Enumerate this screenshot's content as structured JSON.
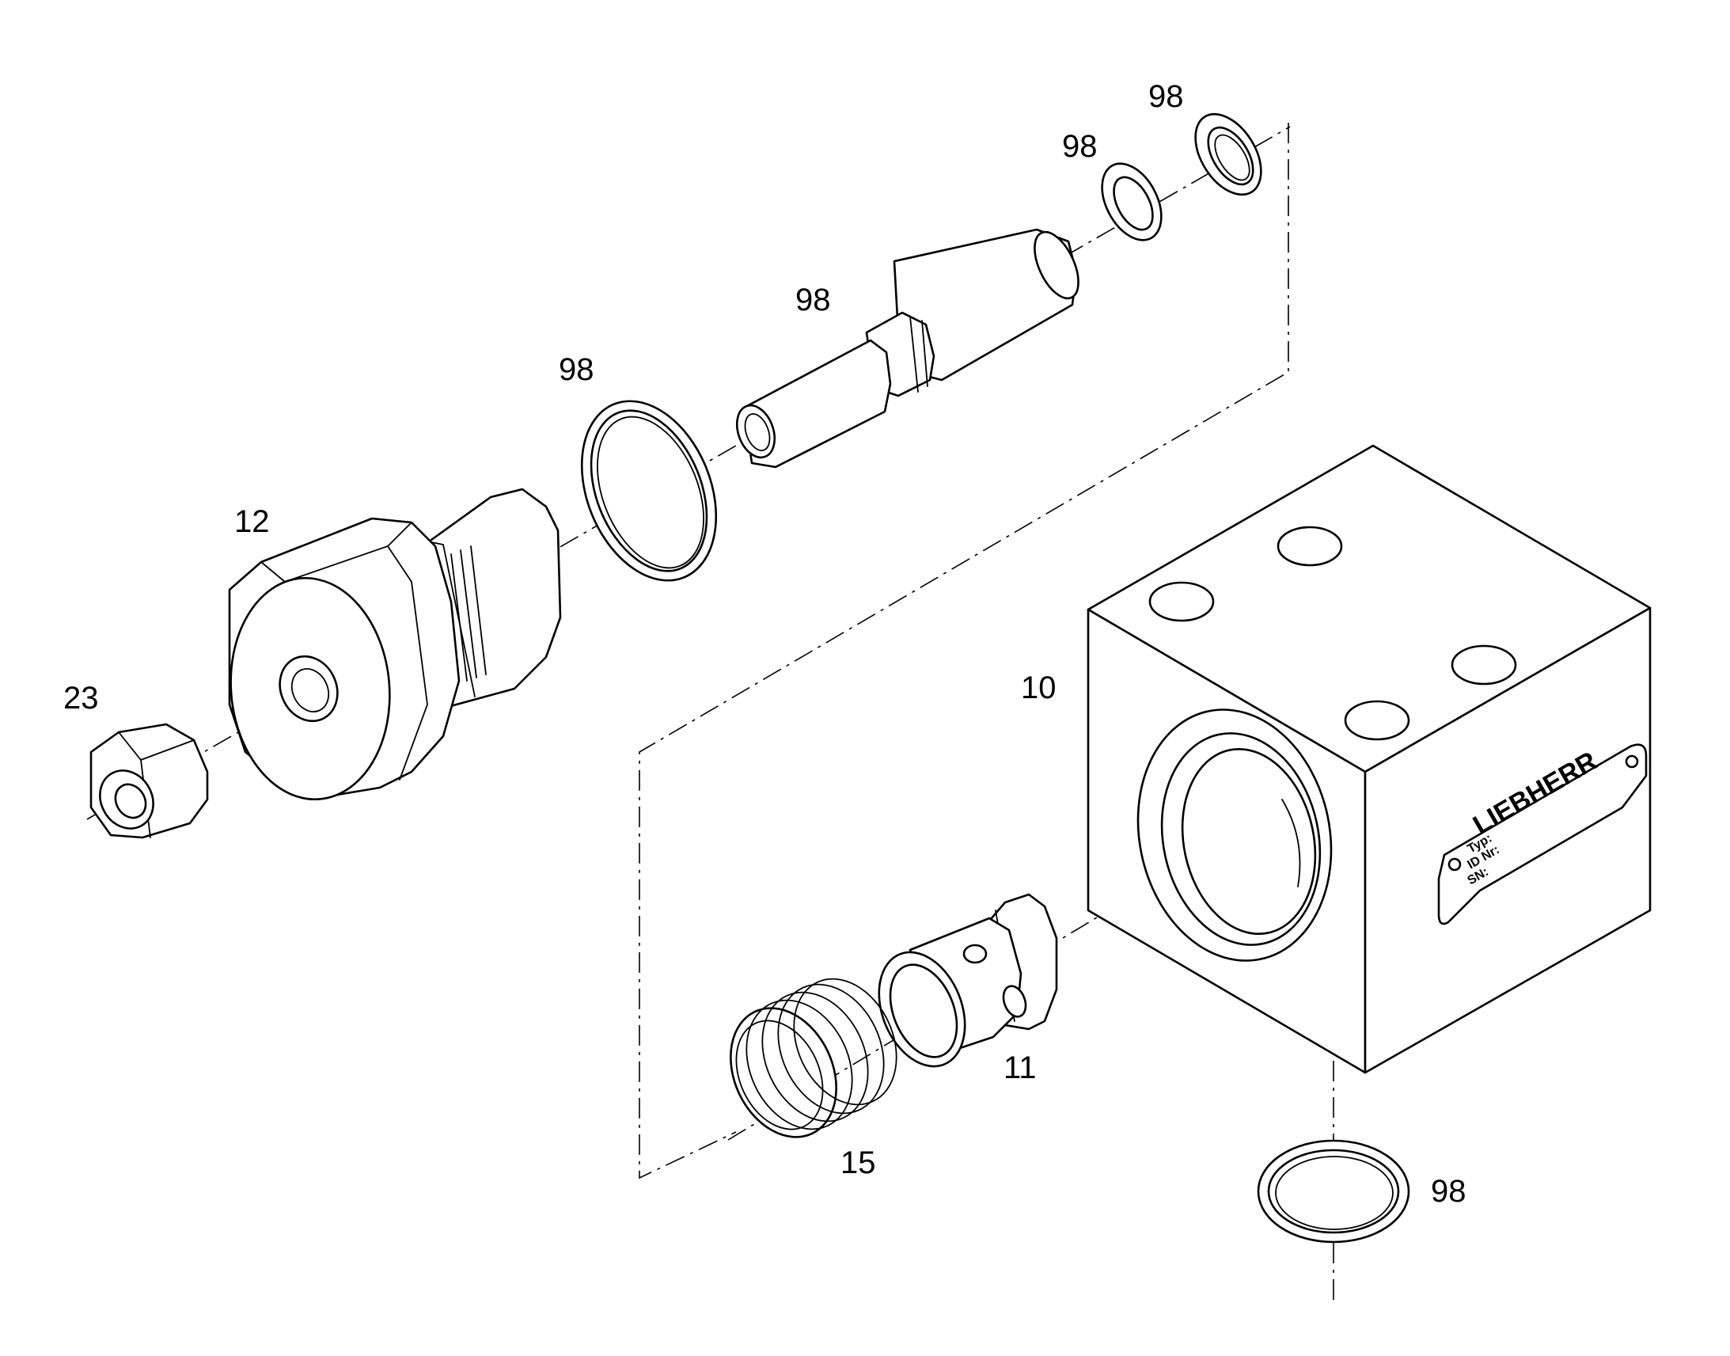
{
  "diagram": {
    "callouts": {
      "c23": "23",
      "c12": "12",
      "c98_ring": "98",
      "c98_sleeve": "98",
      "c98_washer": "98",
      "c98_seal": "98",
      "c10": "10",
      "c11": "11",
      "c15": "15",
      "c98_bottom": "98"
    },
    "nameplate": {
      "brand": "LIEBHERR",
      "type_label": "Typ:",
      "id_label": "ID Nr:",
      "sn_label": "SN:"
    }
  }
}
